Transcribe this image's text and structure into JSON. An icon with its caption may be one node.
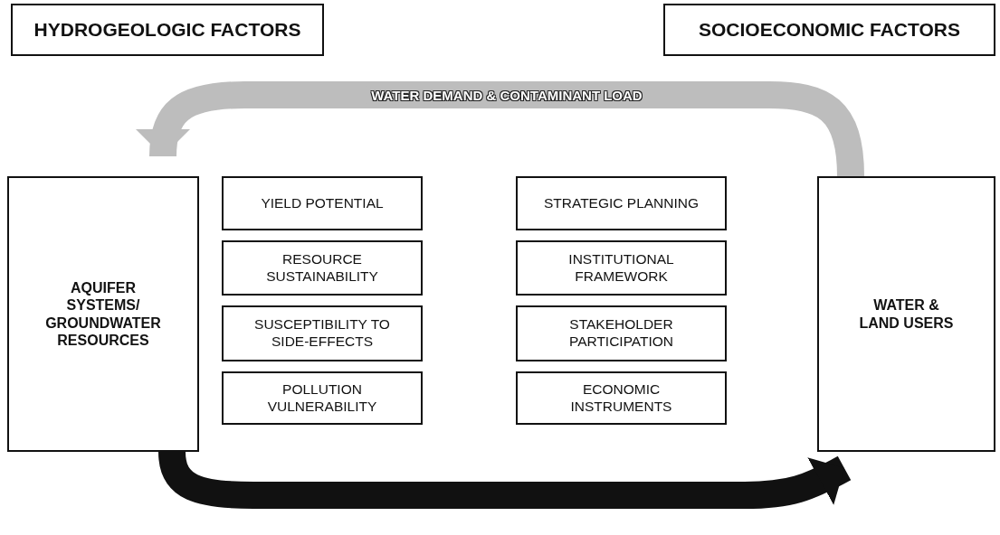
{
  "diagram": {
    "nodes": [
      {
        "text": [
          "HYDROGEOLOGIC FACTORS"
        ]
      },
      {
        "text": [
          "SOCIOECONOMIC FACTORS"
        ]
      },
      {
        "text": [
          "AQUIFER SYSTEMS/ GROUNDWATER RESOURCES"
        ]
      },
      {
        "text": [
          "YIELD POTENTIAL"
        ]
      },
      {
        "text": [
          "RESOURCE SUSTAINABILITY"
        ]
      },
      {
        "text": [
          "SUSCEPTIBILITY TO SIDE-EFFECTS"
        ]
      },
      {
        "text": [
          "POLLUTION VULNERABILITY"
        ]
      },
      {
        "text": [
          "STRATEGIC PLANNING"
        ]
      },
      {
        "text": [
          "INSTITUTIONAL FRAMEWORK"
        ]
      },
      {
        "text": [
          "STAKEHOLDER PARTICIPATION"
        ]
      },
      {
        "text": [
          "ECONOMIC INSTRUMENTS"
        ]
      },
      {
        "text": [
          "WATER & LAND USERS"
        ]
      }
    ],
    "edges": [
      {
        "from": 11,
        "to": 2,
        "arrow": "to",
        "label": "WATER DEMAND & CONTAMINANT LOAD",
        "color": "#bdbdbd"
      },
      {
        "from": 2,
        "to": 11,
        "arrow": "to",
        "color": "#111111"
      }
    ]
  }
}
